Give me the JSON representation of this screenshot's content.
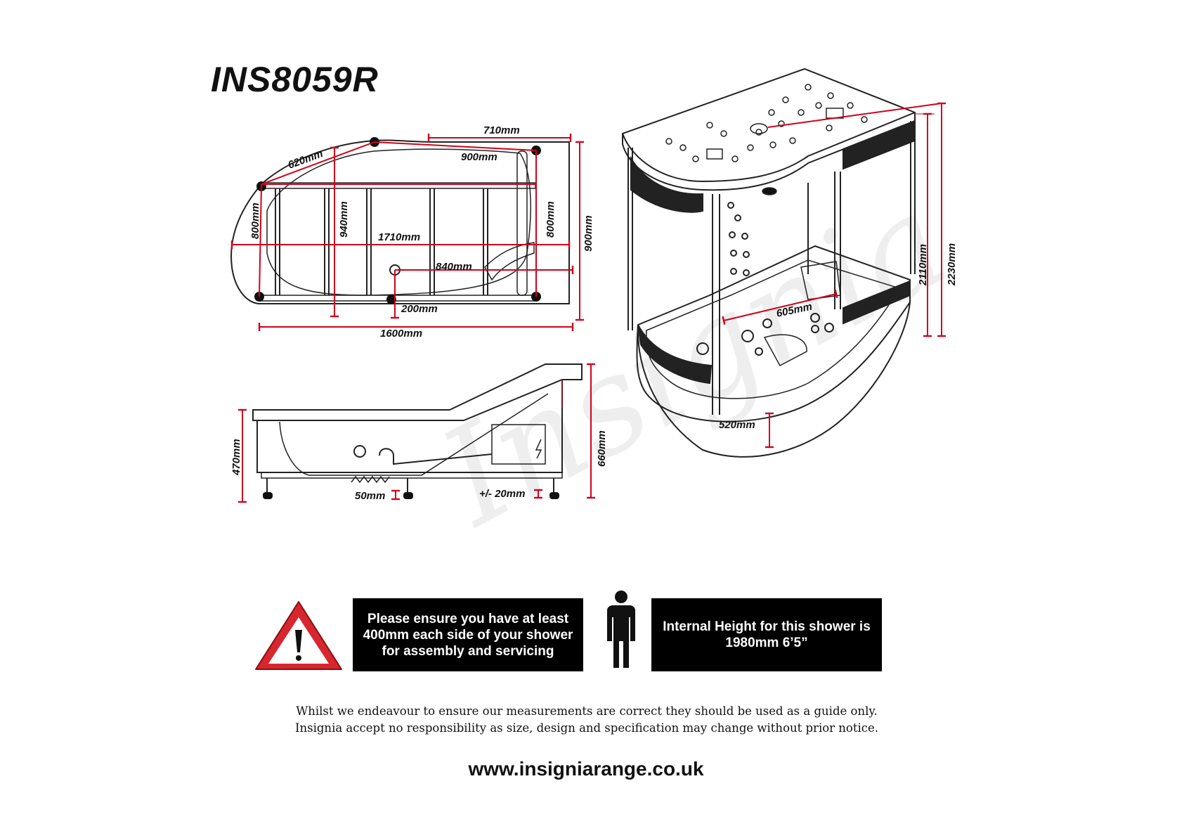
{
  "title": "INS8059R",
  "dimensions": {
    "d710": "710mm",
    "d620": "620mm",
    "d900top": "900mm",
    "d800left": "800mm",
    "d940": "940mm",
    "d1710": "1710mm",
    "d800right": "800mm",
    "d900right": "900mm",
    "d840": "840mm",
    "d200": "200mm",
    "d1600": "1600mm",
    "d470": "470mm",
    "d50": "50mm",
    "d20": "+/- 20mm",
    "d660": "660mm",
    "d605": "605mm",
    "d520": "520mm",
    "d2110": "2110mm",
    "d2230": "2230mm"
  },
  "watermark": "Insignia",
  "notices": {
    "clearance": "Please ensure you have at least 400mm each side of your shower for assembly and servicing",
    "internal_height": "Internal Height for this shower is 1980mm 6’5”"
  },
  "disclaimer": {
    "line1": "Whilst we endeavour to ensure our measurements are correct they should be used as a guide only.",
    "line2": "Insignia accept no responsibility as size, design and specification may change without prior notice."
  },
  "website": "www.insigniarange.co.uk",
  "colors": {
    "dimension": "#d0021b",
    "warning_red": "#d7262d",
    "box": "#000000"
  },
  "icons": [
    "warning-triangle-icon",
    "person-silhouette-icon"
  ]
}
